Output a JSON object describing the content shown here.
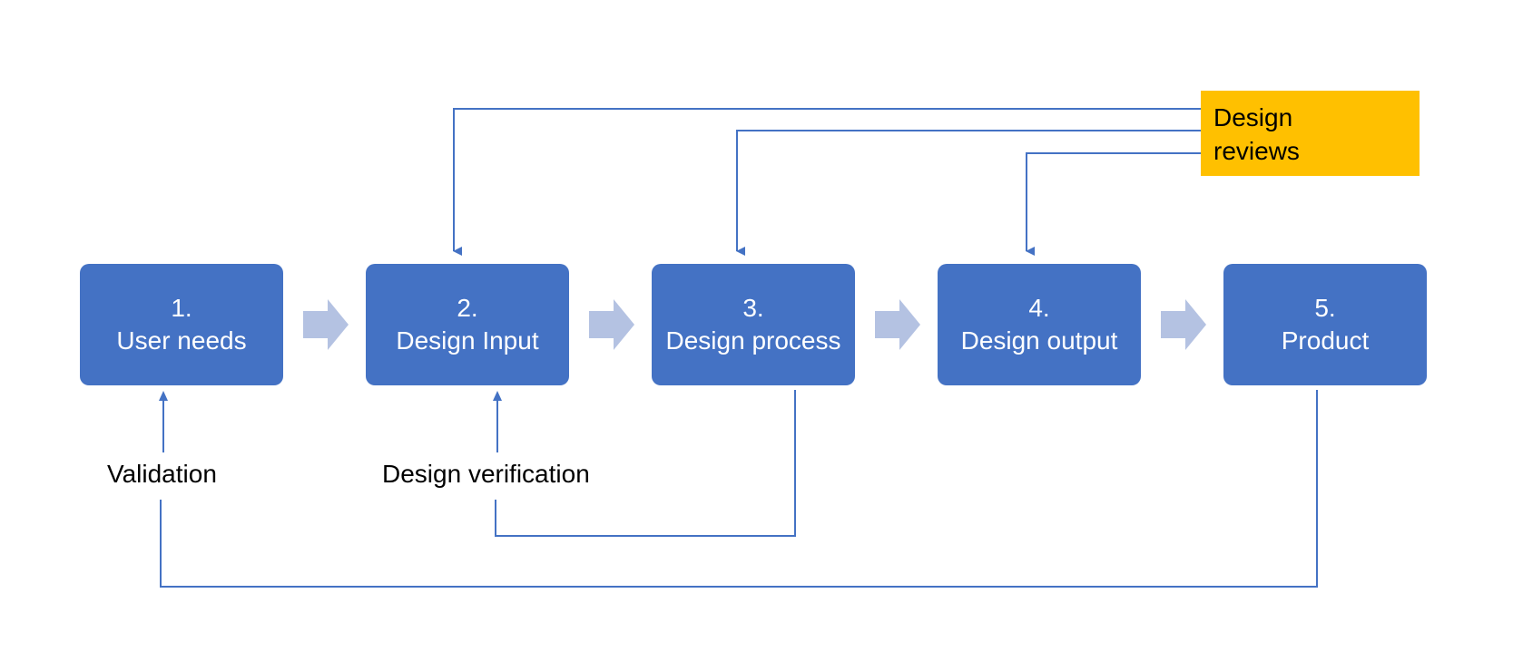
{
  "steps": [
    {
      "number": "1.",
      "name": "User needs"
    },
    {
      "number": "2.",
      "name": "Design Input"
    },
    {
      "number": "3.",
      "name": "Design process"
    },
    {
      "number": "4.",
      "name": "Design output"
    },
    {
      "number": "5.",
      "name": "Product"
    }
  ],
  "review_box": {
    "line1": "Design",
    "line2": "reviews"
  },
  "feedback_labels": {
    "validation": "Validation",
    "verification": "Design verification"
  },
  "colors": {
    "step_fill": "#4472c4",
    "step_text": "#ffffff",
    "review_fill": "#ffc000",
    "flow_arrow": "#b4c2e2",
    "connector": "#4472c4"
  }
}
